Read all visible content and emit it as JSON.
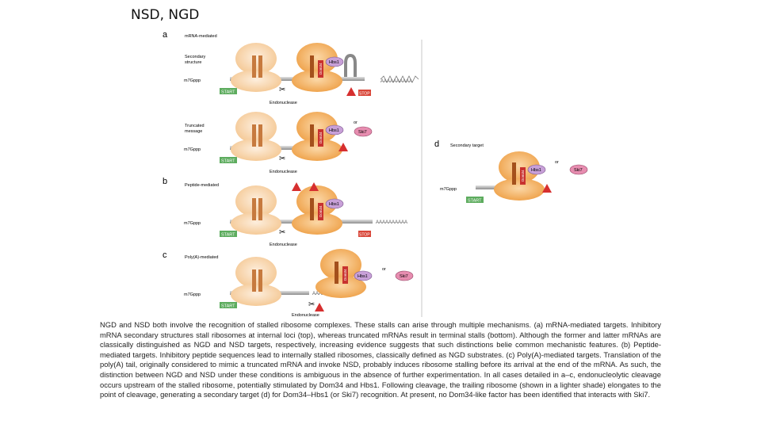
{
  "page": {
    "title": "NSD, NGD"
  },
  "figure": {
    "panel_a": {
      "letter": "a",
      "heading": "mRNA-mediated",
      "row1_label": [
        "Secondary",
        "structure"
      ],
      "row2_label": [
        "Truncated",
        "message"
      ],
      "cap": "m7Gppp",
      "start": "START",
      "stop": "STOP",
      "poly": "AAAAAAAAAA",
      "hbs1": "Hbs1",
      "ski7": "Ski7",
      "dom34": "Dom34",
      "or": "or",
      "endonuclease": "Endonuclease"
    },
    "panel_b": {
      "letter": "b",
      "heading": "Peptide-mediated",
      "cap": "m7Gppp",
      "start": "START",
      "stop": "STOP",
      "poly": "AAAAAAAAAA",
      "hbs1": "Hbs1",
      "dom34": "Dom34",
      "endonuclease": "Endonuclease"
    },
    "panel_c": {
      "letter": "c",
      "heading": "Poly(A)-mediated",
      "cap": "m7Gppp",
      "start": "START",
      "poly": "AAAAAAAAA",
      "hbs1": "Hbs1",
      "ski7": "Ski7",
      "dom34": "Dom34",
      "or": "or",
      "endonuclease": "Endonuclease"
    },
    "panel_d": {
      "letter": "d",
      "heading": "Secondary target",
      "cap": "m7Gppp",
      "start": "START",
      "hbs1": "Hbs1",
      "ski7": "Ski7",
      "dom34": "Dom34",
      "or": "or"
    }
  },
  "caption": "NGD and NSD both involve the recognition of stalled ribosome complexes. These stalls can arise through multiple mechanisms. (a) mRNA-mediated targets. Inhibitory mRNA secondary structures stall ribosomes at internal loci (top), whereas truncated mRNAs result in terminal stalls (bottom). Although the former and latter mRNAs are classically distinguished as NGD and NSD targets, respectively, increasing evidence suggests that such distinctions belie common mechanistic features. (b) Peptide-mediated targets. Inhibitory peptide sequences lead to internally stalled ribosomes, classically defined as NGD substrates. (c) Poly(A)-mediated targets. Translation of the poly(A) tail, originally considered to mimic a truncated mRNA and invoke NSD, probably induces ribosome stalling before its arrival at the end of the mRNA. As such, the distinction between NGD and NSD under these conditions is ambiguous in the absence of further experimentation. In all cases detailed in a–c, endonucleolytic cleavage occurs upstream of the stalled ribosome, potentially stimulated by Dom34 and Hbs1. Following cleavage, the trailing ribosome (shown in a lighter shade) elongates to the point of cleavage, generating a secondary target (d) for Dom34–Hbs1 (or Ski7) recognition. At present, no Dom34-like factor has been identified that interacts with Ski7.",
  "colors": {
    "ribosome": "#f0a64a",
    "ribosome_light": "#f6cfa0",
    "trna": "#b25a22",
    "mrna": "#9a9a9a",
    "start_box": "#5dac5e",
    "stop_box": "#d9473a",
    "hbs1": "#c8a0d8",
    "ski7": "#e78db0",
    "warning": "#d62f2f"
  }
}
